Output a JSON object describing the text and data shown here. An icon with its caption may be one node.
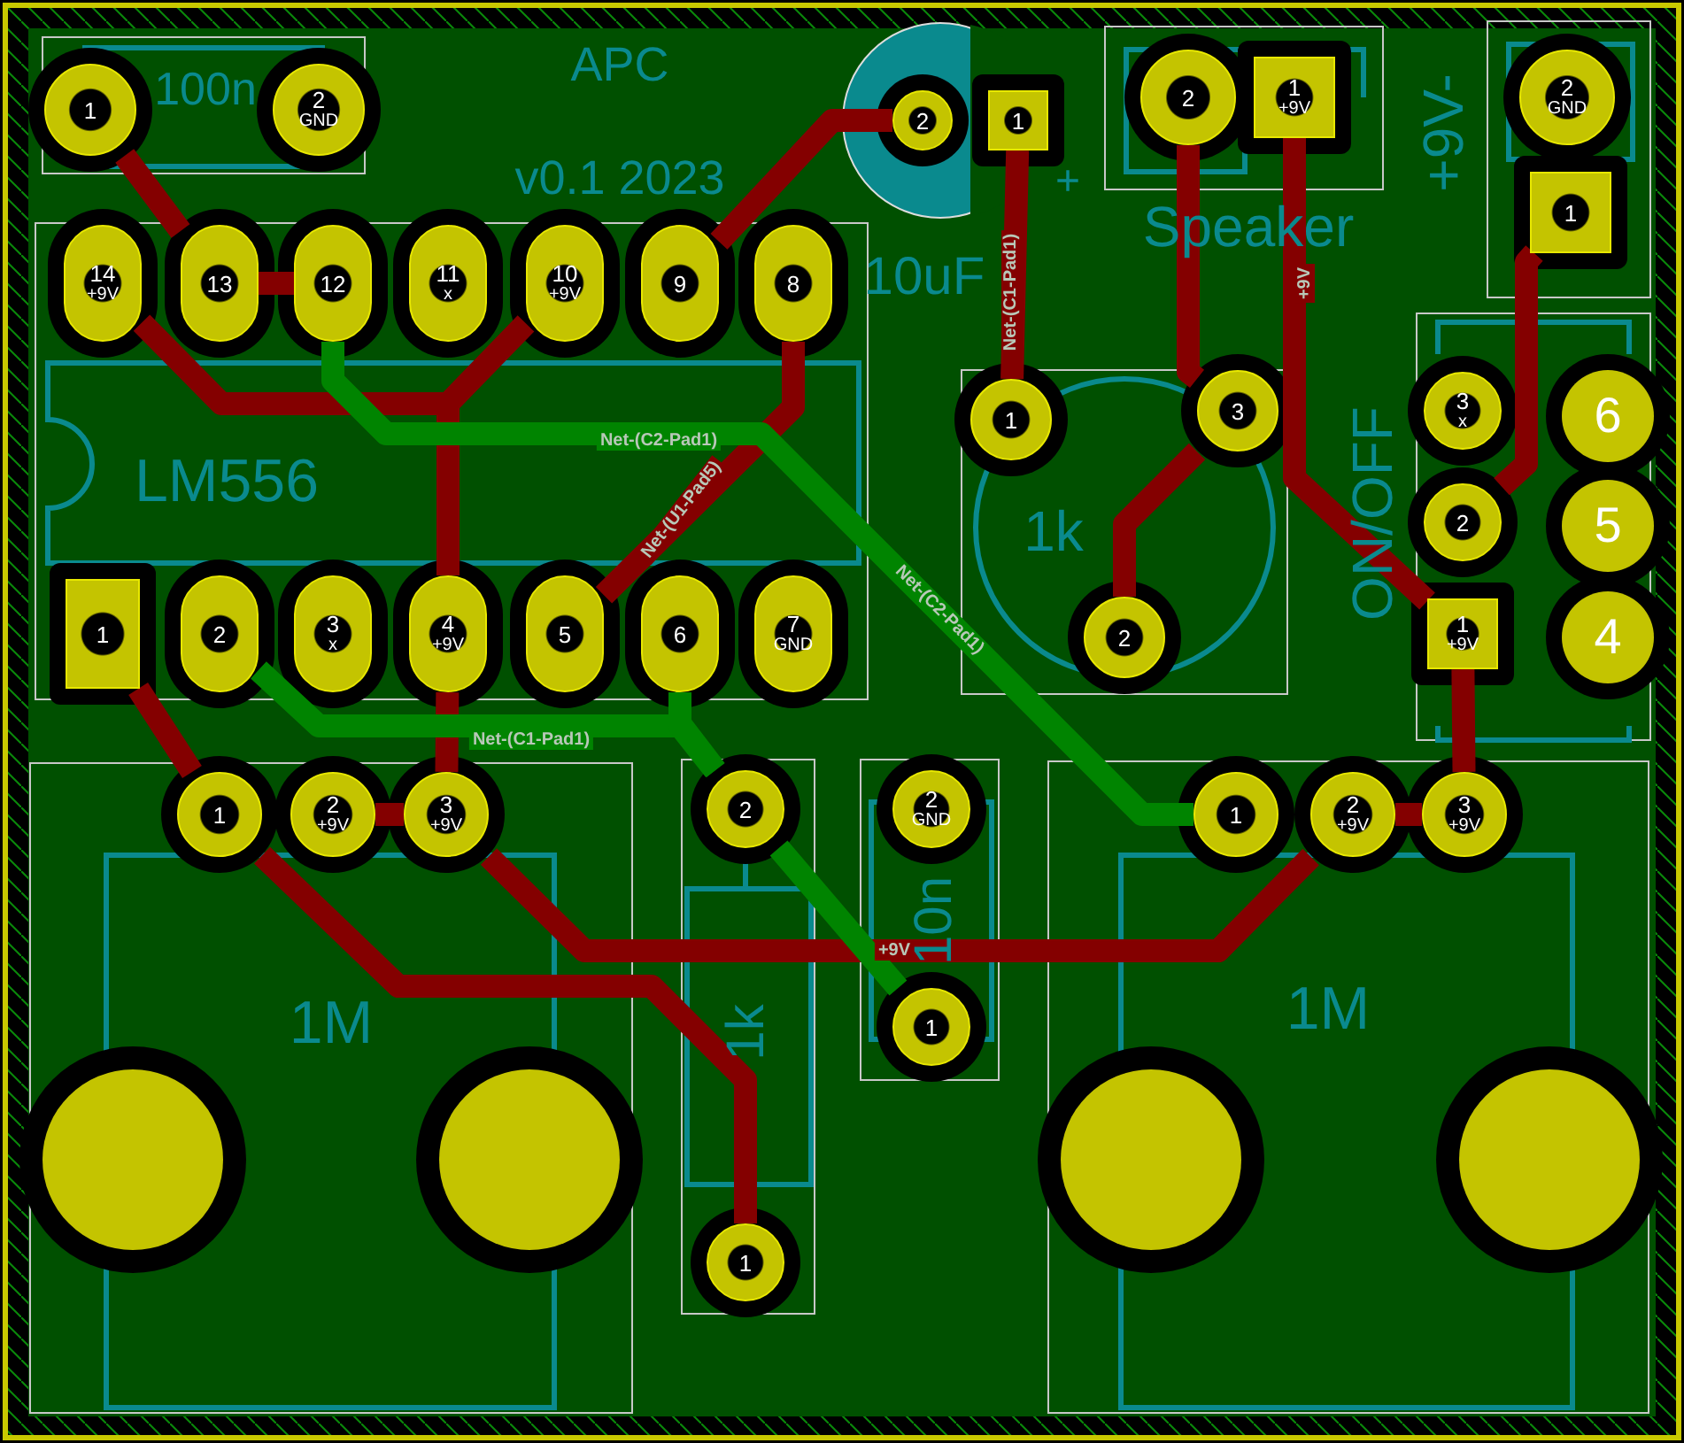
{
  "diagram": {
    "nodes": [
      {
        "text": [
          "1"
        ]
      },
      {
        "text": [
          "2",
          "GND"
        ]
      },
      {
        "text": [
          "2"
        ]
      },
      {
        "text": [
          "1"
        ]
      },
      {
        "text": [
          "2"
        ]
      },
      {
        "text": [
          "1",
          "+9V"
        ]
      },
      {
        "text": [
          "2",
          "GND"
        ]
      },
      {
        "text": [
          "1"
        ]
      },
      {
        "text": [
          "14",
          "+9V"
        ]
      },
      {
        "text": [
          "13"
        ]
      },
      {
        "text": [
          "12"
        ]
      },
      {
        "text": [
          "11",
          "x"
        ]
      },
      {
        "text": [
          "10",
          "+9V"
        ]
      },
      {
        "text": [
          "9"
        ]
      },
      {
        "text": [
          "8"
        ]
      },
      {
        "text": [
          "1"
        ]
      },
      {
        "text": [
          "3"
        ]
      },
      {
        "text": [
          "3",
          "x"
        ]
      },
      {
        "text": [
          "6"
        ]
      },
      {
        "text": [
          "2"
        ]
      },
      {
        "text": [
          "5"
        ]
      },
      {
        "text": [
          "1"
        ]
      },
      {
        "text": [
          "2"
        ]
      },
      {
        "text": [
          "3",
          "x"
        ]
      },
      {
        "text": [
          "4",
          "+9V"
        ]
      },
      {
        "text": [
          "5"
        ]
      },
      {
        "text": [
          "6"
        ]
      },
      {
        "text": [
          "7",
          "GND"
        ]
      },
      {
        "text": [
          "2"
        ]
      },
      {
        "text": [
          "1",
          "+9V"
        ]
      },
      {
        "text": [
          "4"
        ]
      },
      {
        "text": [
          "1"
        ]
      },
      {
        "text": [
          "2",
          "+9V"
        ]
      },
      {
        "text": [
          "3",
          "+9V"
        ]
      },
      {
        "text": [
          "2"
        ]
      },
      {
        "text": [
          "2",
          "GND"
        ]
      },
      {
        "text": [
          "1"
        ]
      },
      {
        "text": [
          "2",
          "+9V"
        ]
      },
      {
        "text": [
          "3",
          "+9V"
        ]
      },
      {
        "text": [
          "1"
        ]
      },
      {
        "text": [
          "1"
        ]
      }
    ],
    "edges": [
      {
        "from": 0,
        "to": 9,
        "arrow": "none"
      },
      {
        "from": 9,
        "to": 10,
        "arrow": "none"
      },
      {
        "from": 8,
        "to": 24,
        "arrow": "none"
      },
      {
        "from": 12,
        "to": 24,
        "arrow": "none"
      },
      {
        "from": 24,
        "to": 33,
        "arrow": "none"
      },
      {
        "from": 2,
        "to": 13,
        "arrow": "none"
      },
      {
        "from": 3,
        "to": 15,
        "arrow": "none",
        "label": "Net-(C1-Pad1)"
      },
      {
        "from": 4,
        "to": 16,
        "arrow": "none"
      },
      {
        "from": 16,
        "to": 28,
        "arrow": "none"
      },
      {
        "from": 5,
        "to": 29,
        "arrow": "none",
        "label": "+9V"
      },
      {
        "from": 7,
        "to": 19,
        "arrow": "none"
      },
      {
        "from": 29,
        "to": 38,
        "arrow": "none"
      },
      {
        "from": 38,
        "to": 37,
        "arrow": "none"
      },
      {
        "from": 37,
        "to": 33,
        "arrow": "none",
        "label": "+9V"
      },
      {
        "from": 33,
        "to": 32,
        "arrow": "none"
      },
      {
        "from": 21,
        "to": 31,
        "arrow": "none"
      },
      {
        "from": 31,
        "to": 40,
        "arrow": "none"
      },
      {
        "from": 14,
        "to": 25,
        "arrow": "none",
        "label": "Net-(U1-Pad5)"
      },
      {
        "from": 10,
        "to": 36,
        "arrow": "none",
        "label": "Net-(C2-Pad1)",
        "color": "#008400"
      },
      {
        "from": 22,
        "to": 34,
        "arrow": "none",
        "label": "Net-(C1-Pad1)",
        "color": "#008400"
      },
      {
        "from": 26,
        "to": 34,
        "arrow": "none",
        "color": "#008400"
      },
      {
        "from": 34,
        "to": 39,
        "arrow": "none",
        "color": "#008400"
      }
    ],
    "labels": [
      "APC",
      "v0.1 2023",
      "100n",
      "+",
      "10uF",
      "Speaker",
      "+9V-",
      "LM556",
      "1k",
      "ON/OFF",
      "Net-(C2-Pad1)",
      "1M",
      "1k",
      "10n",
      "1M"
    ]
  }
}
